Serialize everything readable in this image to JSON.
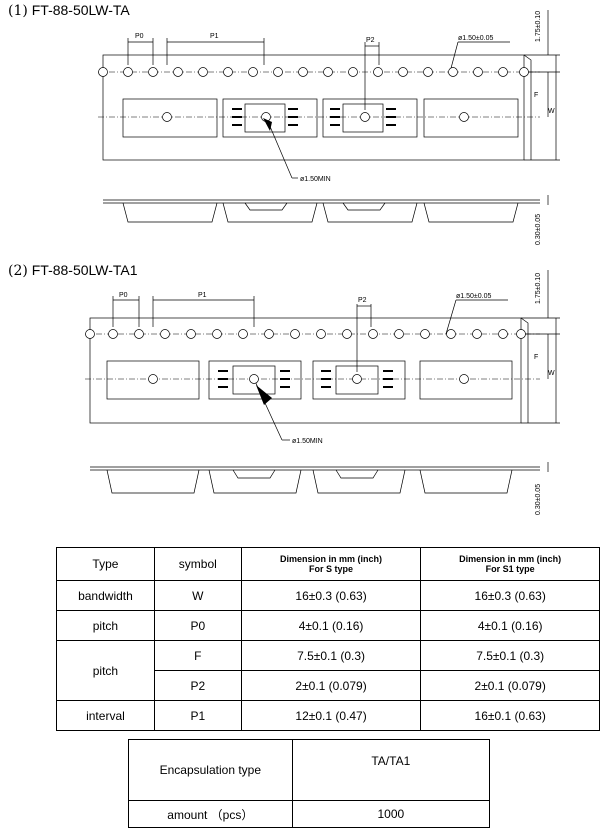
{
  "drawings": [
    {
      "index": "(1)",
      "title": "FT-88-50LW-TA",
      "labels": {
        "p0": "P0",
        "p1": "P1",
        "p2": "P2",
        "hole_dia": "ø1.50±0.05",
        "min_dia": "ø1.50MIN",
        "f": "F",
        "w": "W",
        "edge": "1.75±0.10",
        "thickness": "0.30±0.05"
      }
    },
    {
      "index": "(2)",
      "title": "FT-88-50LW-TA1",
      "labels": {
        "p0": "P0",
        "p1": "P1",
        "p2": "P2",
        "hole_dia": "ø1.50±0.05",
        "min_dia": "ø1.50MIN",
        "f": "F",
        "w": "W",
        "edge": "1.75±0.10",
        "thickness": "0.30±0.05"
      }
    }
  ],
  "spec_table": {
    "headers": [
      "Type",
      "symbol",
      "Dimension in mm (inch)\nFor S type",
      "Dimension in mm (inch)\nFor S1 type"
    ],
    "header_col3_line1": "Dimension in mm (inch)",
    "header_col3_line2": "For S type",
    "header_col4_line1": "Dimension in mm (inch)",
    "header_col4_line2": "For S1 type",
    "rows": [
      {
        "type": "bandwidth",
        "symbol": "W",
        "s": "16±0.3 (0.63)",
        "s1": "16±0.3 (0.63)"
      },
      {
        "type": "pitch",
        "symbol": "P0",
        "s": "4±0.1 (0.16)",
        "s1": "4±0.1 (0.16)"
      },
      {
        "type": "pitch",
        "symbol": "F",
        "s": "7.5±0.1 (0.3)",
        "s1": "7.5±0.1 (0.3)"
      },
      {
        "type": "",
        "symbol": "P2",
        "s": "2±0.1 (0.079)",
        "s1": "2±0.1 (0.079)"
      },
      {
        "type": "interval",
        "symbol": "P1",
        "s": "12±0.1 (0.47)",
        "s1": "16±0.1 (0.63)"
      }
    ]
  },
  "encapsulation_table": {
    "label_type": "Encapsulation type",
    "value_type": "TA/TA1",
    "label_amount": "amount （pcs）",
    "value_amount": "1000"
  }
}
